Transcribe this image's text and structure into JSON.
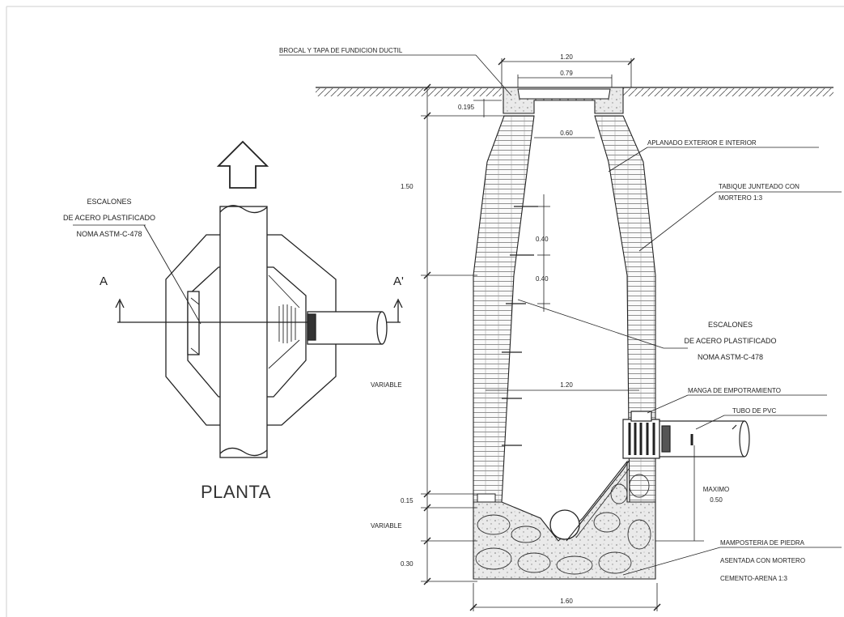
{
  "plan": {
    "title": "PLANTA",
    "section_left": "A",
    "section_right": "A'",
    "steps_label": [
      "ESCALONES",
      "DE ACERO PLASTIFICADO",
      "NOMA ASTM-C-478"
    ]
  },
  "section": {
    "brocal_label": "BROCAL Y TAPA  DE FUNDICION DUCTIL",
    "aplanado_label": "APLANADO EXTERIOR E INTERIOR",
    "tabique_label": [
      "TABIQUE JUNTEADO CON",
      "MORTERO 1:3"
    ],
    "steps_label": [
      "ESCALONES",
      "DE ACERO PLASTIFICADO",
      "NOMA ASTM-C-478"
    ],
    "manga_label": "MANGA DE EMPOTRAMIENTO",
    "tubo_label": "TUBO DE PVC",
    "mamposteria_label": [
      "MAMPOSTERIA DE PIEDRA",
      "ASENTADA CON MORTERO",
      "CEMENTO-ARENA 1:3"
    ],
    "maximo_label": [
      "MAXIMO",
      "0.50"
    ],
    "dims": {
      "top_outer": "1.20",
      "top_inner": "0.79",
      "brocal_thk": "0.195",
      "neck": "0.60",
      "cone_height": "1.50",
      "step_sp1": "0.40",
      "step_sp2": "0.40",
      "shaft_width": "1.20",
      "shaft_height": "VARIABLE",
      "slab": "0.15",
      "bench": "VARIABLE",
      "base": "0.30",
      "base_width": "1.60"
    }
  }
}
